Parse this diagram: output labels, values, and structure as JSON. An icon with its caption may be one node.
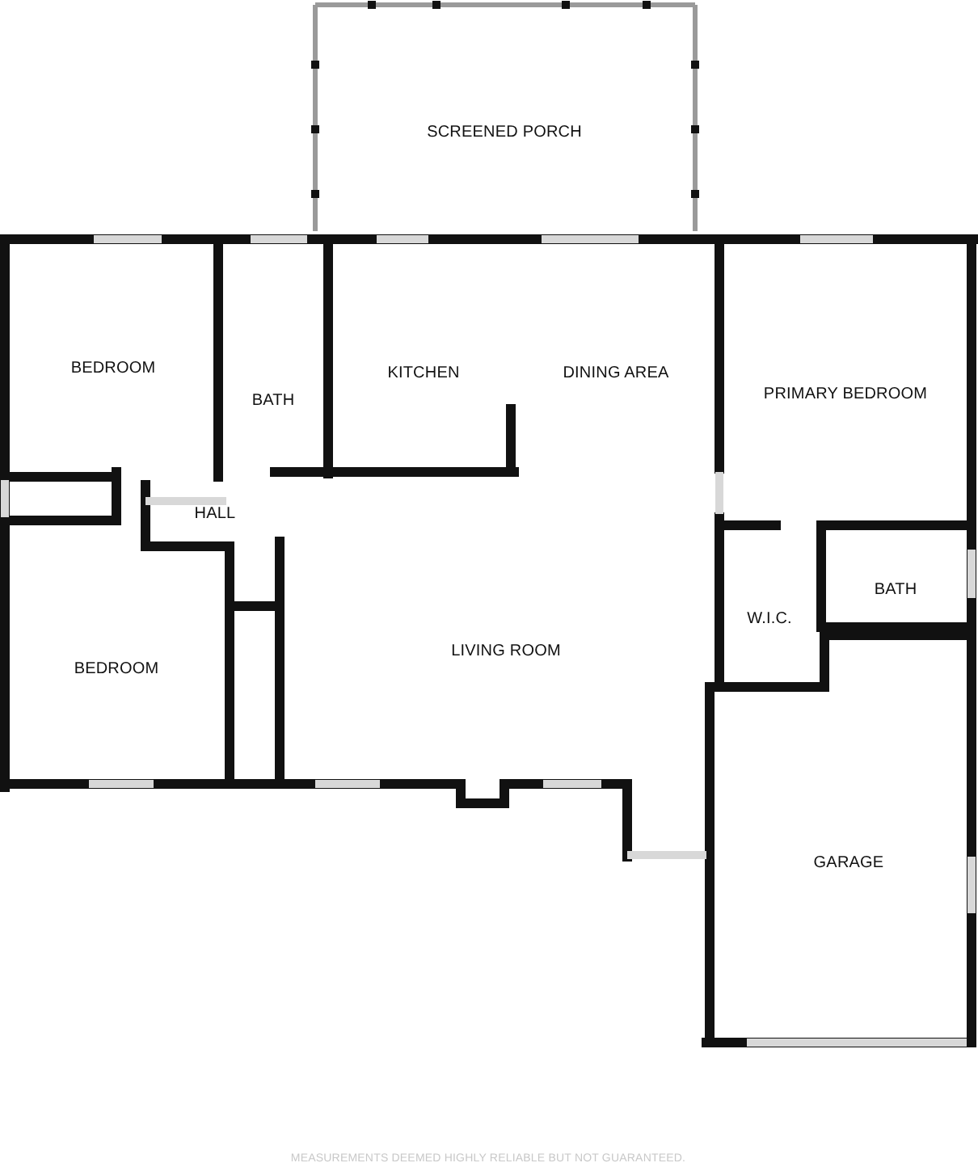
{
  "diagram": {
    "labels": [
      "SCREENED PORCH",
      "BEDROOM",
      "BATH",
      "KITCHEN",
      "DINING AREA",
      "PRIMARY BEDROOM",
      "HALL",
      "W.I.C.",
      "BATH",
      "BEDROOM",
      "LIVING ROOM",
      "GARAGE",
      "MEASUREMENTS DEEMED HIGHLY RELIABLE BUT NOT GUARANTEED."
    ]
  }
}
